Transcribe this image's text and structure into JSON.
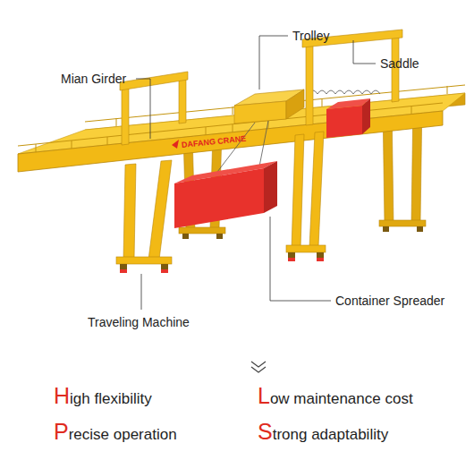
{
  "diagram": {
    "labels": [
      "Trolley",
      "Saddle",
      "Mian Girder",
      "DAFANG CRANE",
      "Container Spreader",
      "Traveling Machine",
      "High flexibility",
      "Low maintenance cost",
      "Precise operation",
      "Strong adaptability"
    ]
  }
}
